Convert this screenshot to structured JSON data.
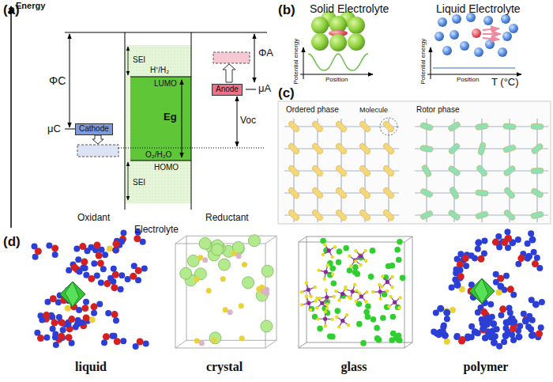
{
  "diagram": {
    "nodes": [
      {
        "text": [
          "Cathode"
        ]
      },
      {
        "text": [
          "Anode"
        ]
      }
    ],
    "labels": [
      "(a)",
      "Energy",
      "ΦC",
      "μC",
      "SEI",
      "H⁺/H₂",
      "LUMO",
      "Eg",
      "O₂/H₂O",
      "HOMO",
      "SEI",
      "ΦA",
      "μA",
      "Voc",
      "Oxidant",
      "Electrolyte",
      "Reductant",
      "(b)",
      "Solid Electrolyte",
      "Liquid Electrolyte",
      "Potential energy",
      "Position",
      "Potential energy",
      "Position",
      "T (°C)",
      "(c)",
      "Ordered phase",
      "Rotor phase",
      "Molecule",
      "(d)",
      "liquid",
      "crystal",
      "glass",
      "polymer"
    ]
  }
}
